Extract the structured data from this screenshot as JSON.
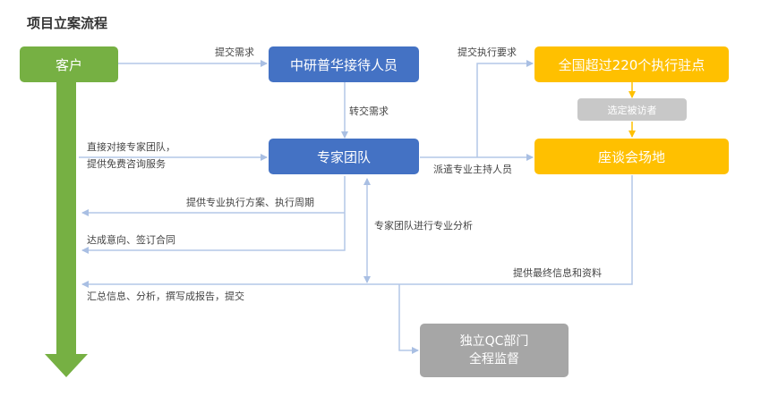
{
  "title": "项目立案流程",
  "nodes": {
    "client": "客户",
    "reception": "中研普华接待人员",
    "expert_team": "专家团队",
    "execution_points": "全国超过220个执行驻点",
    "select_interviewee": "选定被访者",
    "venue": "座谈会场地",
    "qc_line1": "独立QC部门",
    "qc_line2": "全程监督"
  },
  "labels": {
    "submit_request": "提交需求",
    "forward_request": "转交需求",
    "submit_exec_request": "提交执行要求",
    "direct_line1": "直接对接专家团队，",
    "direct_line2": "提供免费咨询服务",
    "dispatch_host": "派遣专业主持人员",
    "provide_plan": "提供专业执行方案、执行周期",
    "expert_analysis": "专家团队进行专业分析",
    "reach_contract": "达成意向、签订合同",
    "provide_final": "提供最终信息和资料",
    "summarize": "汇总信息、分析，撰写成报告，提交"
  },
  "colors": {
    "green": "#76b043",
    "blue": "#4472c4",
    "gold": "#ffc000",
    "grey": "#a6a6a6",
    "connector": "#b4c7e7"
  }
}
